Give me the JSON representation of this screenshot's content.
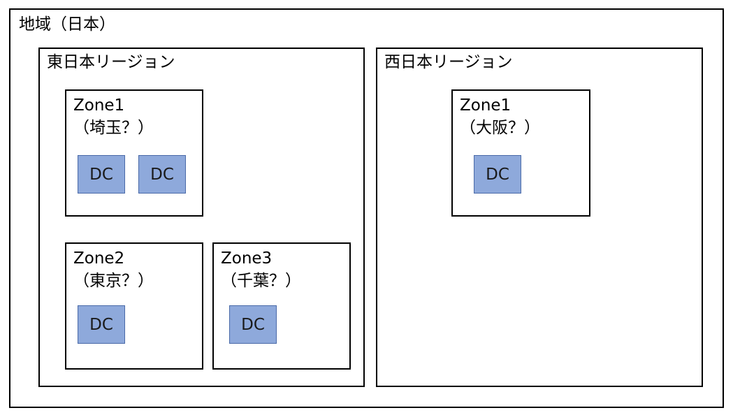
{
  "outer": {
    "title": "地域（日本）"
  },
  "regions": [
    {
      "title": "東日本リージョン",
      "zones": [
        {
          "name": "Zone1",
          "location": "（埼玉？）",
          "dcs": [
            "DC",
            "DC"
          ]
        },
        {
          "name": "Zone2",
          "location": "（東京？）",
          "dcs": [
            "DC"
          ]
        },
        {
          "name": "Zone3",
          "location": "（千葉？）",
          "dcs": [
            "DC"
          ]
        }
      ]
    },
    {
      "title": "西日本リージョン",
      "zones": [
        {
          "name": "Zone1",
          "location": "（大阪？）",
          "dcs": [
            "DC"
          ]
        }
      ]
    }
  ],
  "colors": {
    "dc_fill": "#8ea9db",
    "dc_border": "#4a6aa8",
    "border": "#000000"
  }
}
